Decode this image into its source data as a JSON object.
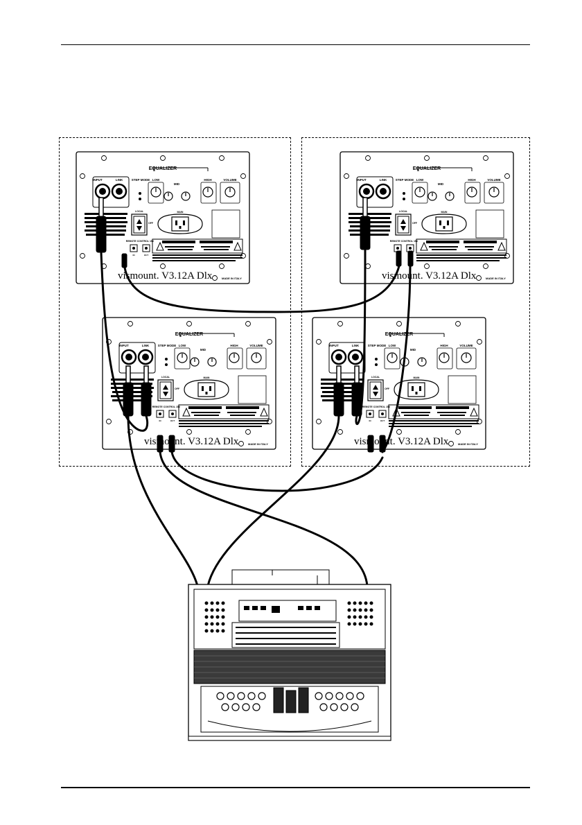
{
  "panel_text": {
    "equalizer": "EQUALIZER",
    "input": "INPUT",
    "link": "LINK",
    "step_mode": "STEP MODE",
    "low": "LOW",
    "mid": "MID",
    "high": "HIGH",
    "volume": "VOLUME",
    "local": "LOCAL",
    "off": "OFF",
    "mains": "MAIN",
    "remote_control": "REMOTE CONTROL 15V",
    "in": "IN",
    "out": "OUT",
    "brand": "vismount. V3.12A Dlx",
    "made_in": "MADE IN ITALY",
    "warning": "WARNING"
  },
  "speakers": [
    {
      "id": "top-left"
    },
    {
      "id": "top-right"
    },
    {
      "id": "bottom-left"
    },
    {
      "id": "bottom-right"
    }
  ],
  "colors": {
    "line": "#000000",
    "background": "#ffffff"
  }
}
